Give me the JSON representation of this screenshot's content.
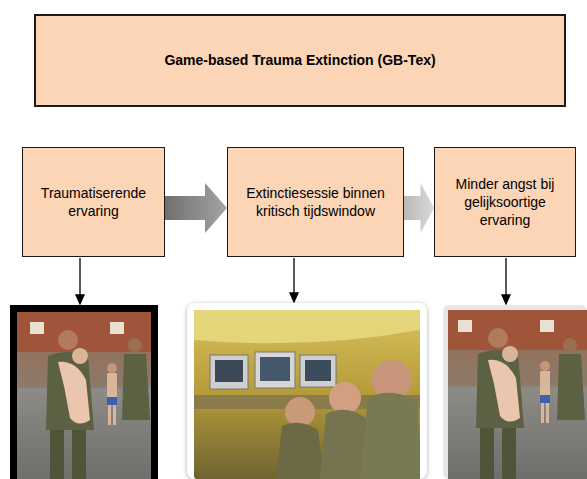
{
  "diagram": {
    "nodes": [
      {
        "text": [
          "Game-based Trauma Extinction (GB-Tex)"
        ]
      },
      {
        "text": [
          "Traumatiserende ervaring"
        ]
      },
      {
        "text": [
          "Extinctiesessie binnen kritisch tijdswindow"
        ]
      },
      {
        "text": [
          "Minder angst bij gelijksoortige ervaring"
        ]
      }
    ],
    "edges": [
      {
        "from": 1,
        "to": 2,
        "arrow": "to"
      },
      {
        "from": 2,
        "to": 3,
        "arrow": "to"
      }
    ]
  }
}
